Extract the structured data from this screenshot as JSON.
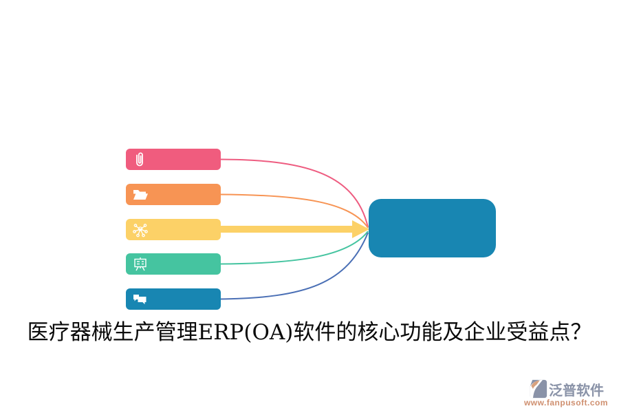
{
  "diagram": {
    "title": "医疗器械生产管理ERP(OA)软件的核心功能及企业受益点？",
    "items": [
      {
        "icon": "paperclip-icon",
        "color": "#f05c7e",
        "connector_color": "#ee5c80"
      },
      {
        "icon": "folder-open-icon",
        "color": "#f79454",
        "connector_color": "#f79454"
      },
      {
        "icon": "network-hub-icon",
        "color": "#fcd167",
        "connector_color": "#fcd167"
      },
      {
        "icon": "presentation-board-icon",
        "color": "#45c4a0",
        "connector_color": "#45c4a0"
      },
      {
        "icon": "chat-bubbles-icon",
        "color": "#1886b2",
        "connector_color": "#4a6fb5"
      }
    ],
    "arrow_color": "#fcd167",
    "target_box": {
      "color": "#1886b2"
    }
  },
  "watermark": {
    "brand": "泛普软件",
    "url": "www.fanpusoft.com",
    "brand_color": "#8a93a8",
    "url_color": "#cf8f6f",
    "logo_base_color": "#8a93a8",
    "logo_accent_color": "#d8a27e"
  }
}
